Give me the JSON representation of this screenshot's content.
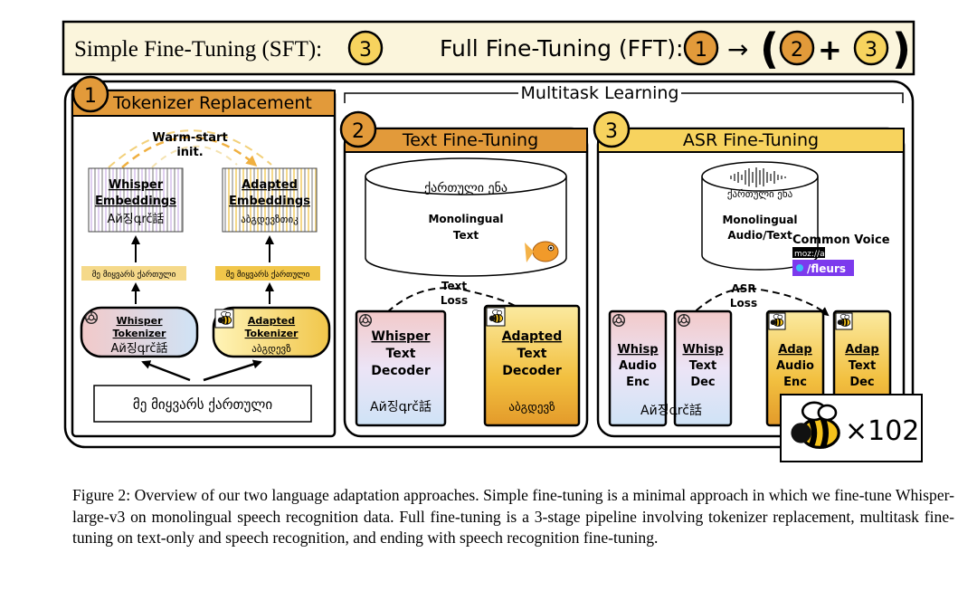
{
  "header": {
    "sft_label": "Simple Fine-Tuning (SFT):",
    "sft_step": "3",
    "fft_label": "Full Fine-Tuning (FFT):",
    "fft_step1": "1",
    "arrow": "→",
    "paren_open": "(",
    "fft_step2": "2",
    "plus": "+",
    "fft_step3": "3",
    "paren_close": ")"
  },
  "multitask_label": "Multitask Learning",
  "panel1": {
    "num": "1",
    "title": "Tokenizer Replacement",
    "warm1": "Warm-start",
    "warm2": "init.",
    "whisper_emb_1": "Whisper",
    "whisper_emb_2": "Embeddings",
    "whisper_emb_chars": "Ай징գrč話",
    "adapted_emb_1": "Adapted",
    "adapted_emb_2": "Embeddings",
    "adapted_emb_chars": "აბგდევზთიკ",
    "tokens_left": "მე მიყვარს ქართული",
    "tokens_right": "მე მიყვარს ქართული",
    "whisper_tok_1": "Whisper",
    "whisper_tok_2": "Tokenizer",
    "whisper_tok_chars": "Ай징գrč話",
    "adapted_tok_1": "Adapted",
    "adapted_tok_2": "Tokenizer",
    "adapted_tok_chars": "აბგდევზ",
    "input_text": "მე მიყვარს ქართული"
  },
  "panel2": {
    "num": "2",
    "title": "Text Fine-Tuning",
    "db_script": "ქართული ენა",
    "db_line1": "Monolingual",
    "db_line2": "Text",
    "loss1": "Text",
    "loss2": "Loss",
    "whisper_dec": [
      "Whisper",
      "Text",
      "Decoder"
    ],
    "whisper_dec_chars": "Ай징գrč話",
    "adapted_dec": [
      "Adapted",
      "Text",
      "Decoder"
    ],
    "adapted_dec_chars": "აბგდევზ"
  },
  "panel3": {
    "num": "3",
    "title": "ASR Fine-Tuning",
    "db_script": "ქართული ენა",
    "db_line1": "Monolingual",
    "db_line2": "Audio/Text",
    "common_voice": "Common Voice",
    "mozilla": "moz://a",
    "fleurs": "/fleurs",
    "loss1": "ASR",
    "loss2": "Loss",
    "whisp_audio": [
      "Whisp",
      "Audio",
      "Enc"
    ],
    "whisp_text": [
      "Whisp",
      "Text",
      "Dec"
    ],
    "whisp_chars": "Ай징գrč話",
    "adap_audio": [
      "Adap",
      "Audio",
      "Enc"
    ],
    "adap_text": [
      "Adap",
      "Text",
      "Dec"
    ],
    "multiplier": "×102"
  },
  "caption": "Figure 2: Overview of our two language adaptation approaches. Simple fine-tuning is a minimal approach in which we fine-tune Whisper-large-v3 on monolingual speech recognition data. Full fine-tuning is a 3-stage pipeline involving tokenizer replacement, multitask fine-tuning on text-only and speech recognition, and ending with speech recognition fine-tuning.",
  "colors": {
    "header_bg": "#fbf5dc",
    "orange": "#e29a3a",
    "orange_dark": "#d28a2a",
    "yellow": "#f7d35e",
    "purple": "#7c3aed"
  }
}
